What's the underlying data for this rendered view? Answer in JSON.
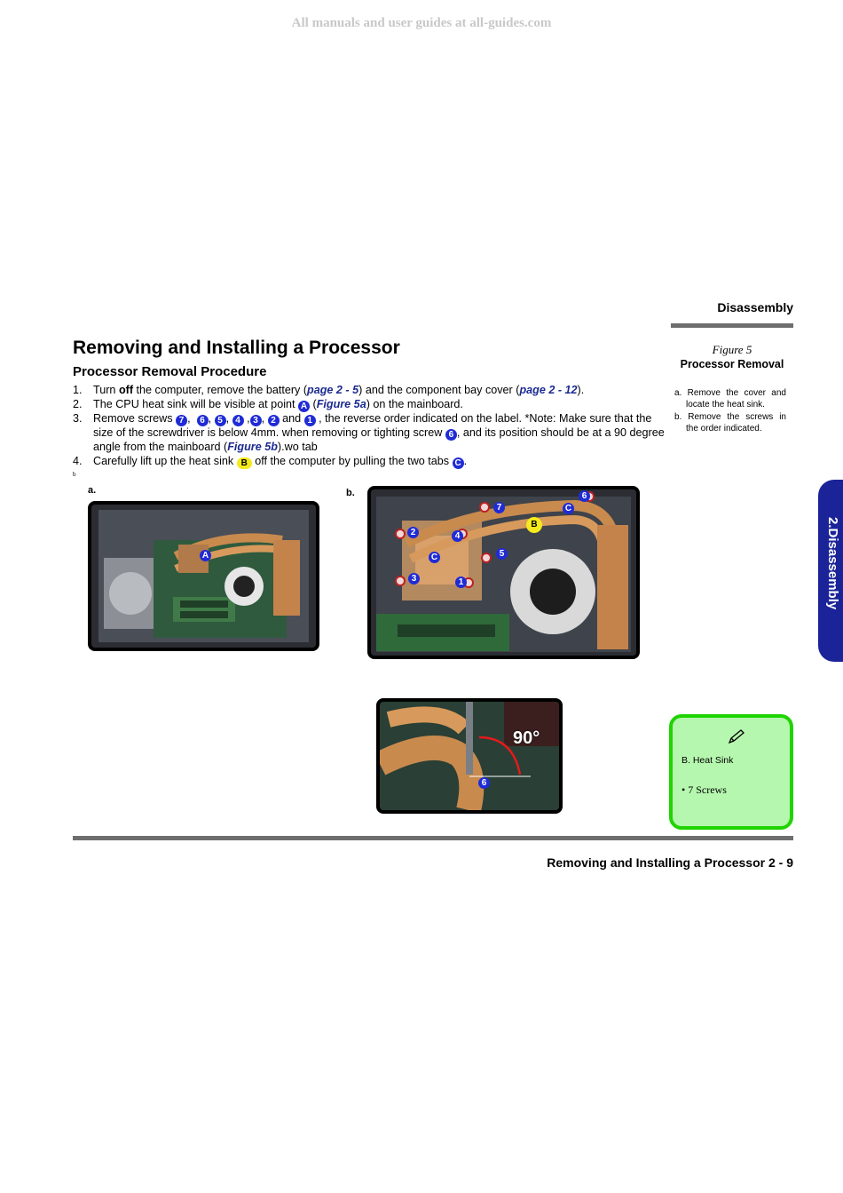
{
  "watermark": "All manuals and user guides at all-guides.com",
  "section_header": "Disassembly",
  "title": "Removing and Installing a Processor",
  "subtitle": "Processor Removal Procedure",
  "steps": {
    "s1": {
      "num": "1.",
      "a": "Turn ",
      "b": "off",
      "c": " the computer, remove the battery (",
      "link1": "page 2 - 5",
      "d": ") and the component bay cover (",
      "link2": "page 2 - 12",
      "e": ")."
    },
    "s2": {
      "num": "2.",
      "a": "The CPU heat sink will be visible at point ",
      "callout": "A",
      "b": " (",
      "link": "Figure 5a",
      "c": ") on the mainboard."
    },
    "s3": {
      "num": "3.",
      "a": "Remove screws ",
      "c7": "7",
      "c6": "6",
      "c5": "5",
      "c4": "4",
      "c3": "3",
      "c2": "2",
      "and": " and ",
      "c1": "1",
      "b": " , the reverse order indicated on the label. *Note: Make sure that the size of the screwdriver is below 4mm. when removing or tighting screw ",
      "c6b": "6",
      "c": ", and its position should be at a 90 degree angle from the mainboard (",
      "link": "Figure 5b",
      "d": ").wo tab"
    },
    "s4": {
      "num": "4.",
      "a": "Carefully lift up the heat sink ",
      "callout": "B",
      "b": " off the computer by pulling the two tabs ",
      "c_tab": "C",
      "c": "."
    }
  },
  "tiny_mark": "b",
  "figure": {
    "number": "Figure 5",
    "title": "Processor Removal",
    "notes": [
      "a. Remove the cover and locate the heat sink.",
      "b. Remove the screws in the order indicated."
    ],
    "label_a": "a.",
    "label_b": "b.",
    "photo_a_callout": "A",
    "photo_b_callouts": [
      "7",
      "6",
      "B",
      "C",
      "2",
      "4",
      "C",
      "5",
      "3",
      "1"
    ],
    "angle_label": "90°",
    "angle_screw": "6"
  },
  "side_tab": "2.Disassembly",
  "note_box": {
    "line1": "B.  Heat Sink",
    "line2": "•     7 Screws"
  },
  "footer": "Removing and Installing a Processor  2  -  9",
  "colors": {
    "callout_blue": "#1f2bd6",
    "callout_yellow": "#f4ea1c",
    "note_bg": "#b5f7ae",
    "note_border": "#1fd400",
    "tab_blue": "#1b2399",
    "link": "#1b2a8f"
  }
}
